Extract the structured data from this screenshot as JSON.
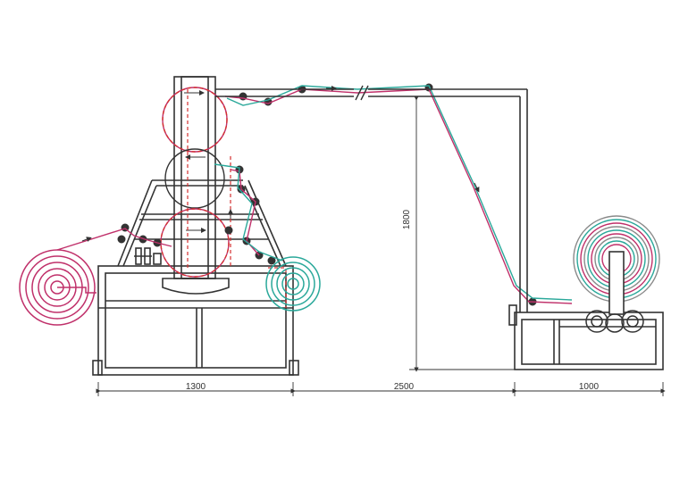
{
  "diagram": {
    "dimensions": {
      "left_width": "1300",
      "middle_width": "2500",
      "right_width": "1000",
      "height": "1800"
    },
    "colors": {
      "frame": "#333333",
      "magenta_strand": "#c0306a",
      "teal_strand": "#2aa89a",
      "red_dashed": "#d43030",
      "spool_gray": "#8a8a8a"
    }
  }
}
